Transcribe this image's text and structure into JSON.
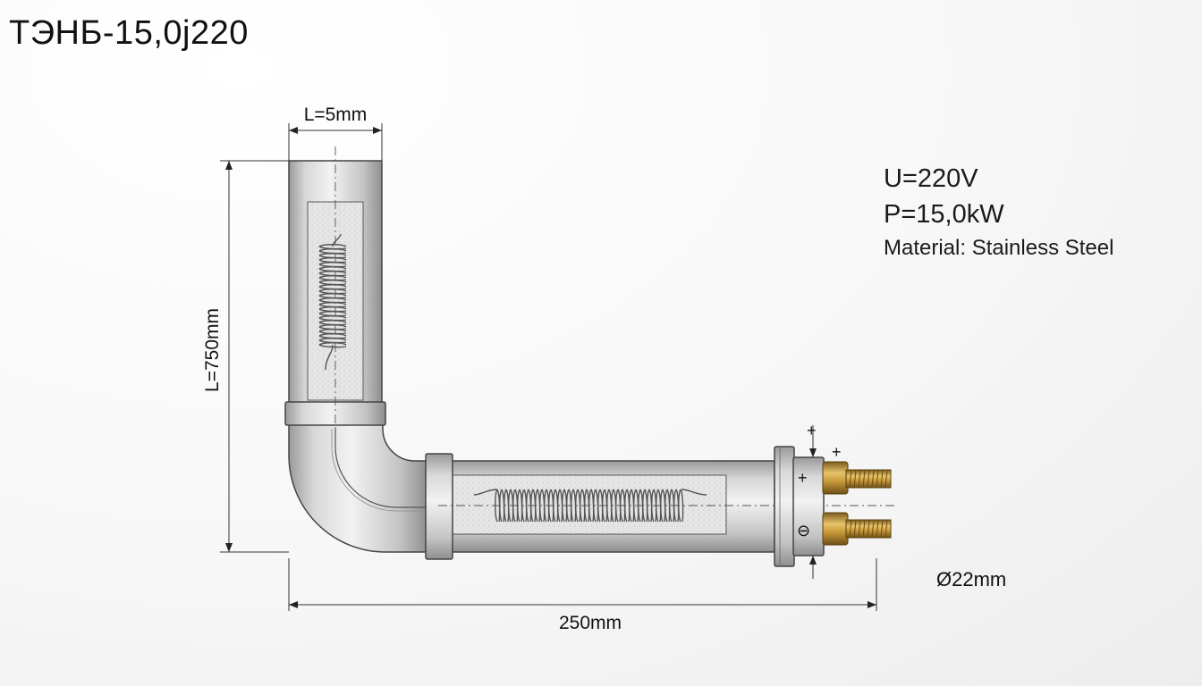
{
  "title": "ТЭНБ-15,0j220",
  "specs": {
    "voltage": "U=220V",
    "power": "P=15,0kW",
    "material": "Material: Stainless Steel"
  },
  "dimensions": {
    "top_width": "L=5mm",
    "vertical_length": "L=750mm",
    "horizontal_length": "250mm",
    "diameter": "Ø22mm"
  },
  "symbols": {
    "plus": "+",
    "minus": "⊖"
  }
}
